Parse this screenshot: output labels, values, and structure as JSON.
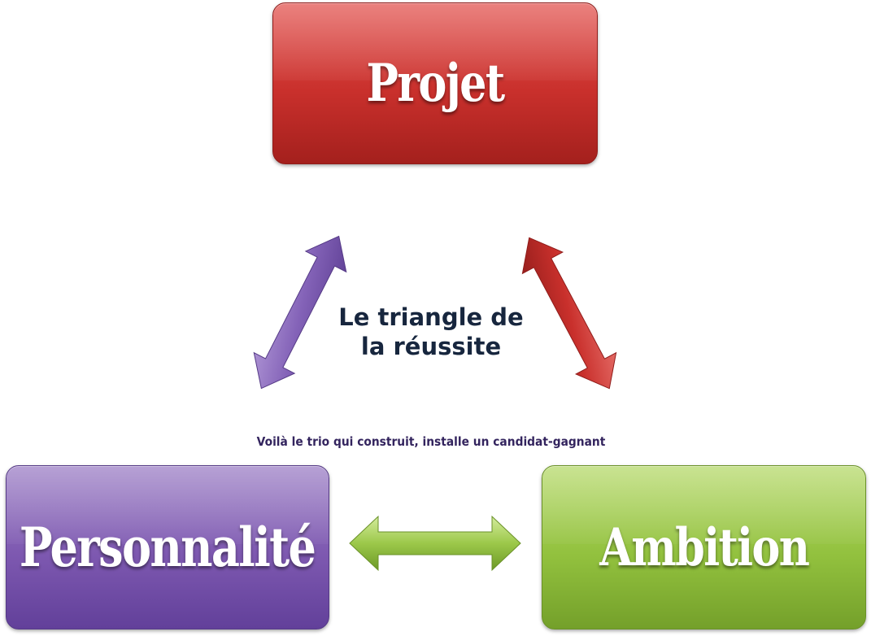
{
  "boxes": {
    "projet": {
      "label": "Projet",
      "color": "#c9302c"
    },
    "personnalite": {
      "label": "Personnalité",
      "color": "#7d58b0"
    },
    "ambition": {
      "label": "Ambition",
      "color": "#92c13e"
    }
  },
  "center_title": {
    "line1": "Le triangle de",
    "line2": "la réussite"
  },
  "caption": "Voilà le trio qui construit, installe un candidat-gagnant",
  "arrow_colors": {
    "left": "#7d58b0",
    "right": "#c9302c",
    "bottom": "#92c13e"
  }
}
